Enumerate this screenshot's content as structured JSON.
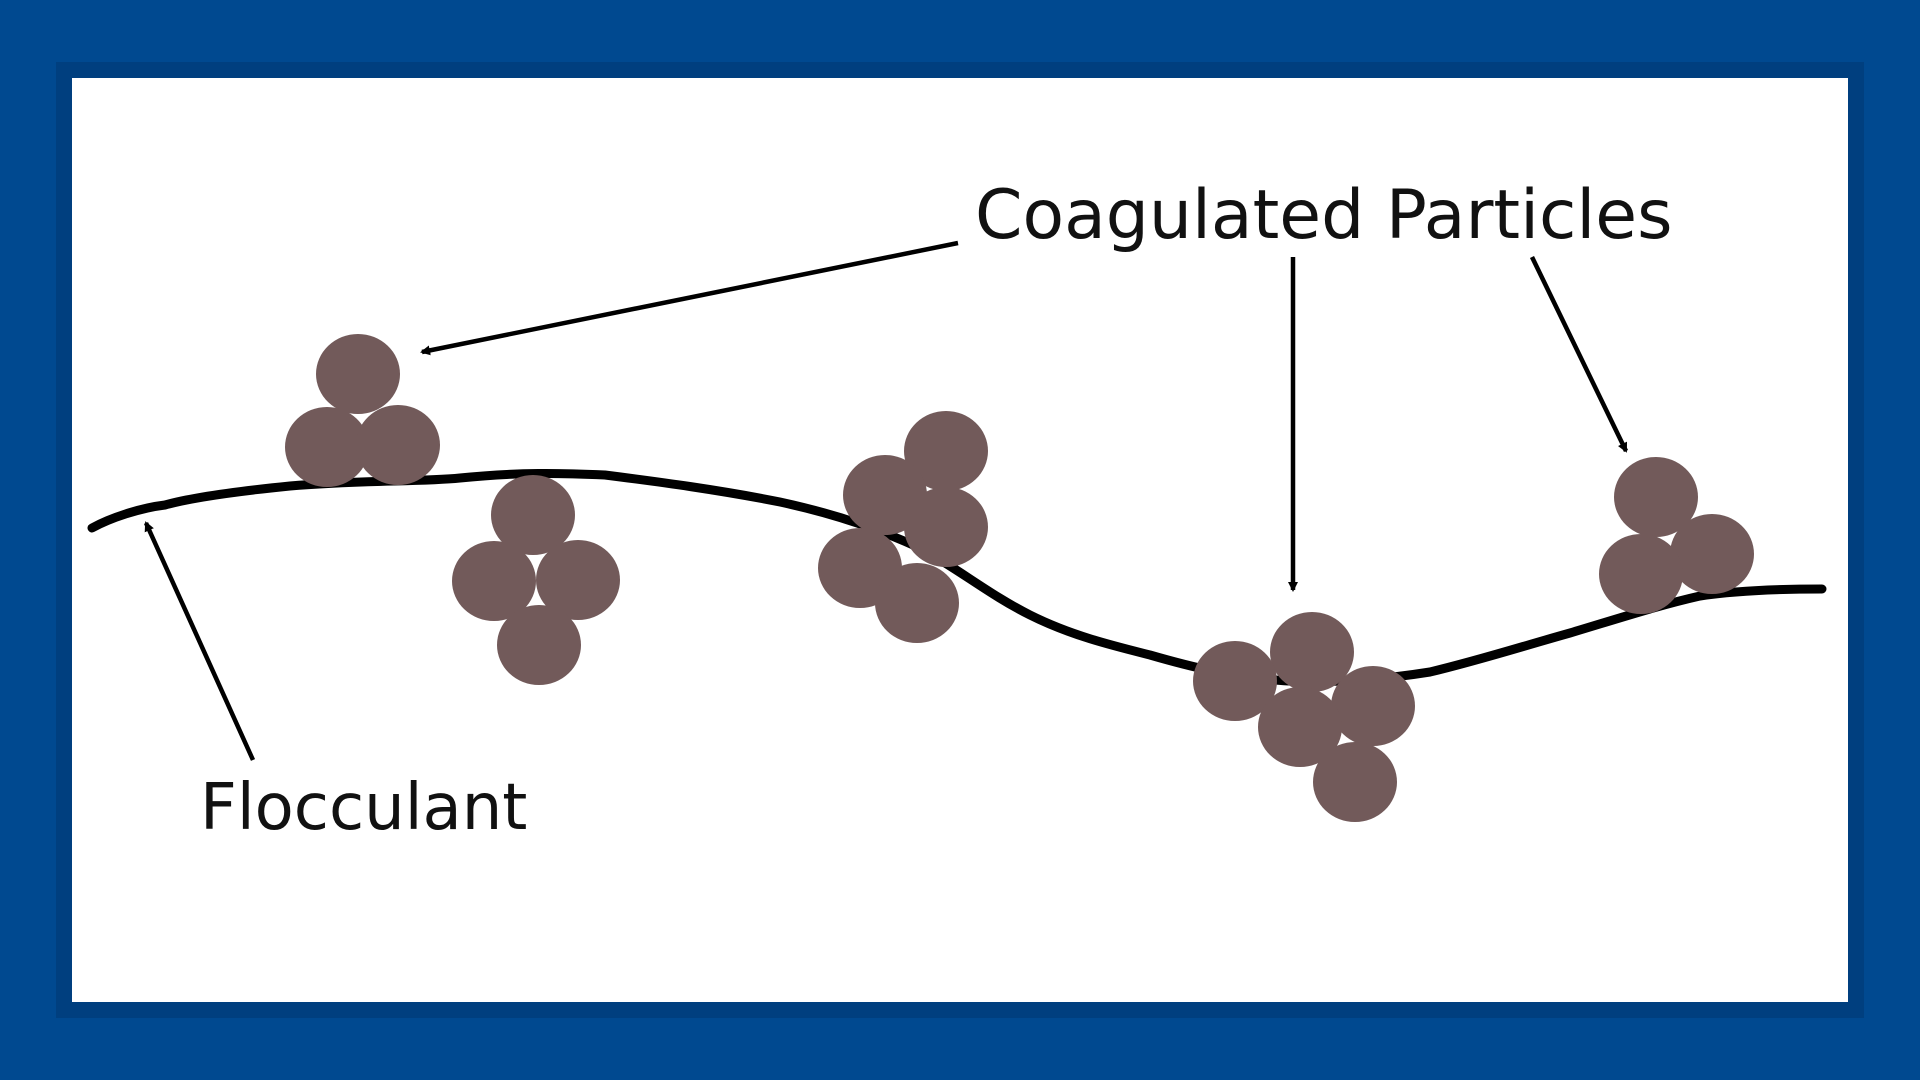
{
  "colors": {
    "frame": "#004990",
    "inner_border": "#003f7f",
    "background": "#ffffff",
    "particle": "#725a5a",
    "line": "#000000",
    "text": "#111111"
  },
  "labels": {
    "coagulated_particles": "Coagulated Particles",
    "flocculant": "Flocculant"
  },
  "particle_clusters": [
    {
      "name": "cluster-1",
      "count": 3
    },
    {
      "name": "cluster-2",
      "count": 4
    },
    {
      "name": "cluster-3",
      "count": 5
    },
    {
      "name": "cluster-4",
      "count": 5
    },
    {
      "name": "cluster-5",
      "count": 3
    }
  ]
}
